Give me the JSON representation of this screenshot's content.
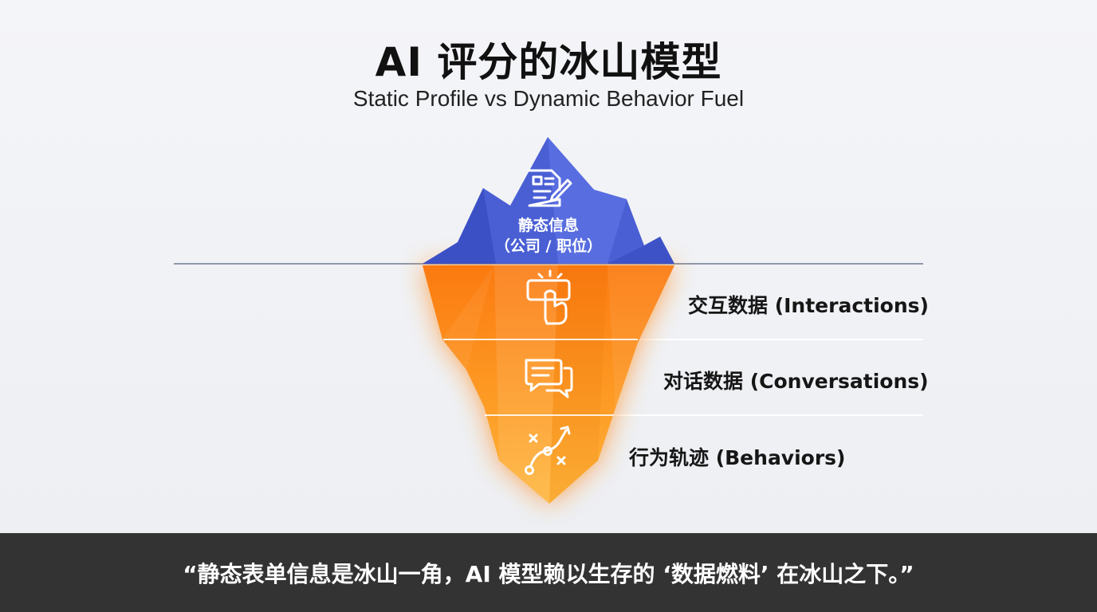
{
  "title": "AI 评分的冰山模型",
  "subtitle": "Static Profile vs Dynamic Behavior Fuel",
  "tip": {
    "line1": "静态信息",
    "line2": "（公司 / 职位）",
    "icon": "document-edit-icon"
  },
  "layers": [
    {
      "label": "交互数据 (Interactions)",
      "icon": "click-hand-icon"
    },
    {
      "label": "对话数据 (Conversations)",
      "icon": "chat-bubbles-icon"
    },
    {
      "label": "行为轨迹 (Behaviors)",
      "icon": "path-trajectory-icon"
    }
  ],
  "quote": "“静态表单信息是冰山一角，AI 模型赖以生存的 ‘数据燃料’ 在冰山之下。”",
  "colors": {
    "tip": "#4a5fd4",
    "underwater_top": "#fb7c12",
    "underwater_bottom": "#fdb338",
    "footer": "#333333",
    "waterline": "#8f97aa"
  }
}
